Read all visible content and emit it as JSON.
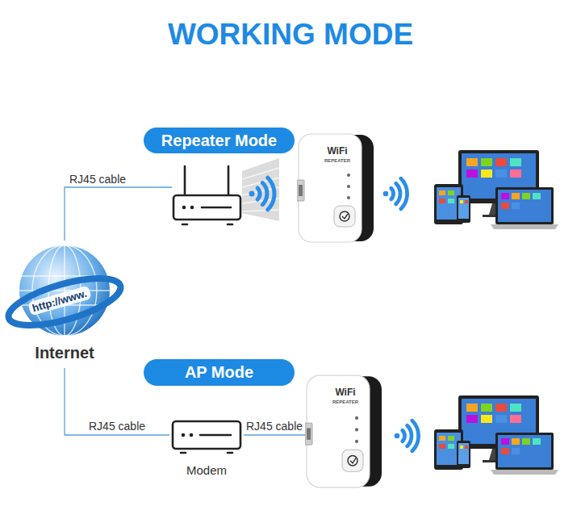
{
  "diagram": {
    "title": "WORKING MODE",
    "nodes": [
      {
        "text": [
          "Repeater Mode"
        ]
      },
      {
        "text": [
          "WiFi",
          "REPEATER"
        ]
      },
      {
        "text": [
          "http://www.",
          "Internet"
        ]
      },
      {
        "text": [
          "AP Mode"
        ]
      },
      {
        "text": [
          "Modem"
        ]
      },
      {
        "text": [
          "WiFi",
          "REPEATER"
        ]
      }
    ],
    "edges": [
      {
        "from": 2,
        "to": 4,
        "arrow": "none",
        "label": "RJ45 cable"
      },
      {
        "from": 4,
        "to": 5,
        "arrow": "none",
        "label": "RJ45 cable"
      }
    ],
    "labels": [
      "RJ45 cable"
    ]
  }
}
